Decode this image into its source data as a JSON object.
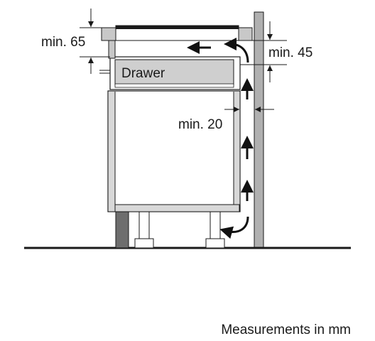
{
  "labels": {
    "drawer": "Drawer",
    "min_65": "min. 65",
    "min_45": "min. 45",
    "min_20": "min. 20",
    "footer": "Measurements in mm"
  },
  "colors": {
    "line": "#1a1a1a",
    "wall": "#b0b0b0",
    "cabinet_edge": "#d8d8d8",
    "worktop": "#c8c8c8",
    "plinth": "#6e6e6e",
    "arrow": "#111111"
  }
}
